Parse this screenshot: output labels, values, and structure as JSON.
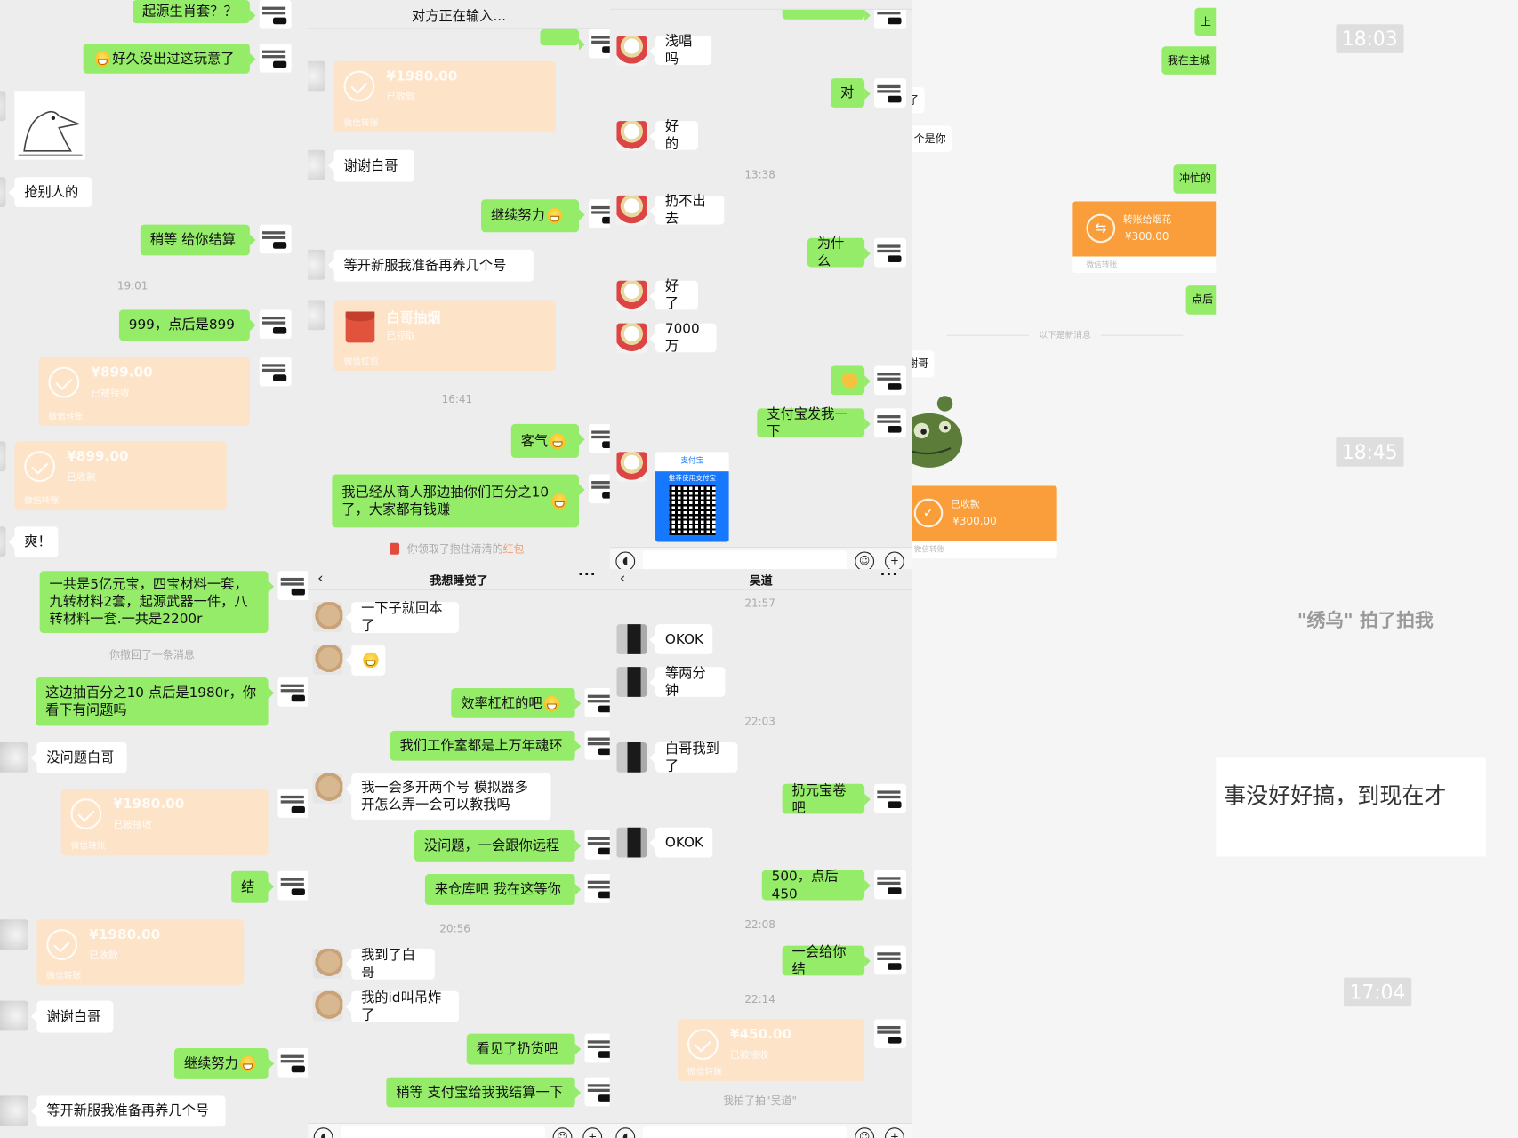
{
  "colors": {
    "outgoing_bubble": "#95ec69",
    "incoming_bubble": "#ffffff",
    "chat_bg": "#ededed",
    "transfer_orange": "#fa9d3b",
    "faded_transfer": "#fde3c8"
  },
  "panels": {
    "left": {
      "messages": [
        {
          "type": "text",
          "side": "out",
          "text": "起源生肖套？？"
        },
        {
          "type": "text",
          "side": "out",
          "text": "好久没出过这玩意了",
          "emoji_before": "dizzy"
        },
        {
          "type": "sticker",
          "side": "in",
          "sticker": "duck"
        },
        {
          "type": "text",
          "side": "in",
          "text": "抢别人的"
        },
        {
          "type": "text",
          "side": "out",
          "text": "稍等 给你结算"
        },
        {
          "type": "time",
          "text": "19:01"
        },
        {
          "type": "text",
          "side": "out",
          "text": "999，点后是899"
        },
        {
          "type": "transfer",
          "side": "out",
          "amount": "¥899.00",
          "status": "已被接收",
          "footer": "微信转账"
        },
        {
          "type": "transfer",
          "side": "in",
          "amount": "¥899.00",
          "status": "已收款",
          "footer": "微信转账"
        },
        {
          "type": "text",
          "side": "in",
          "text": "爽！"
        },
        {
          "type": "text",
          "side": "out",
          "text": "一共是5亿元宝，四宝材料一套，九转材料2套，起源武器一件，八转材料一套.一共是2200r"
        },
        {
          "type": "system",
          "text": "你撤回了一条消息"
        },
        {
          "type": "text",
          "side": "out",
          "text": "这边抽百分之10 点后是1980r，你看下有问题吗"
        },
        {
          "type": "text",
          "side": "in",
          "text": "没问题白哥"
        },
        {
          "type": "transfer",
          "side": "out",
          "amount": "¥1980.00",
          "status": "已被接收",
          "footer": "微信转账"
        },
        {
          "type": "text",
          "side": "out",
          "text": "结"
        },
        {
          "type": "transfer",
          "side": "in",
          "amount": "¥1980.00",
          "status": "已收款",
          "footer": "微信转账"
        },
        {
          "type": "text",
          "side": "in",
          "text": "谢谢白哥"
        },
        {
          "type": "text",
          "side": "out",
          "text": "继续努力",
          "emoji": "grin"
        },
        {
          "type": "text",
          "side": "in",
          "text": "等开新服我准备再养几个号"
        }
      ]
    },
    "typing": {
      "header": {
        "title": "对方正在输入..."
      },
      "messages": [
        {
          "type": "stub",
          "side": "out"
        },
        {
          "type": "transfer",
          "side": "in",
          "amount": "¥1980.00",
          "status": "已收款",
          "footer": "微信转账"
        },
        {
          "type": "text",
          "side": "in",
          "text": "谢谢白哥"
        },
        {
          "type": "text",
          "side": "out",
          "text": "继续努力",
          "emoji": "grin"
        },
        {
          "type": "text",
          "side": "in",
          "text": "等开新服我准备再养几个号"
        },
        {
          "type": "redpacket",
          "side": "in",
          "amount": "白哥抽烟",
          "status": "已领取",
          "footer": "微信红包"
        },
        {
          "type": "time",
          "text": "16:41"
        },
        {
          "type": "text",
          "side": "out",
          "text": "客气",
          "emoji": "laugh"
        },
        {
          "type": "text",
          "side": "out",
          "text": "我已经从商人那边抽你们百分之10了，大家都有钱赚",
          "emoji": "grin"
        },
        {
          "type": "system",
          "text": "你领取了抱住清清的",
          "highlight": "红包"
        }
      ]
    },
    "ultra": {
      "messages": [
        {
          "type": "stub",
          "side": "out"
        },
        {
          "type": "text",
          "side": "in",
          "text": "浅唱吗"
        },
        {
          "type": "text",
          "side": "out",
          "text": "对"
        },
        {
          "type": "text",
          "side": "in",
          "text": "好的"
        },
        {
          "type": "time",
          "text": "13:38"
        },
        {
          "type": "text",
          "side": "in",
          "text": "扔不出去"
        },
        {
          "type": "text",
          "side": "out",
          "text": "为什么"
        },
        {
          "type": "text",
          "side": "in",
          "text": "好了"
        },
        {
          "type": "text",
          "side": "in",
          "text": "7000万"
        },
        {
          "type": "text",
          "side": "out",
          "text": "",
          "emoji": "ok"
        },
        {
          "type": "text",
          "side": "out",
          "text": "支付宝发我一下"
        },
        {
          "type": "qr",
          "side": "in",
          "brand": "支付宝",
          "banner": "推荐使用支付宝"
        }
      ]
    },
    "sleep": {
      "header": {
        "title": "我想睡觉了"
      },
      "messages": [
        {
          "type": "text",
          "side": "in",
          "text": "一下子就回本了"
        },
        {
          "type": "text",
          "side": "in",
          "text": "",
          "emoji": "grin"
        },
        {
          "type": "text",
          "side": "out",
          "text": "效率杠杠的吧",
          "emoji": "grin"
        },
        {
          "type": "text",
          "side": "out",
          "text": "我们工作室都是上万年魂环"
        },
        {
          "type": "text",
          "side": "in",
          "text": "我一会多开两个号 模拟器多开怎么弄一会可以教我吗"
        },
        {
          "type": "text",
          "side": "out",
          "text": "没问题，一会跟你远程"
        },
        {
          "type": "text",
          "side": "out",
          "text": "来仓库吧 我在这等你"
        },
        {
          "type": "time",
          "text": "20:56"
        },
        {
          "type": "text",
          "side": "in",
          "text": "我到了白哥"
        },
        {
          "type": "text",
          "side": "in",
          "text": "我的id叫吊炸了"
        },
        {
          "type": "text",
          "side": "out",
          "text": "看见了扔货吧"
        },
        {
          "type": "text",
          "side": "out",
          "text": "稍等 支付宝给我我结算一下"
        }
      ]
    },
    "wudao": {
      "header": {
        "title": "吴道"
      },
      "messages": [
        {
          "type": "time",
          "text": "21:57"
        },
        {
          "type": "text",
          "side": "in",
          "text": "OKOK"
        },
        {
          "type": "text",
          "side": "in",
          "text": "等两分钟"
        },
        {
          "type": "time",
          "text": "22:03"
        },
        {
          "type": "text",
          "side": "in",
          "text": "白哥我到了"
        },
        {
          "type": "text",
          "side": "out",
          "text": "扔元宝卷吧"
        },
        {
          "type": "text",
          "side": "in",
          "text": "OKOK"
        },
        {
          "type": "text",
          "side": "out",
          "text": "500，点后450"
        },
        {
          "type": "time",
          "text": "22:08"
        },
        {
          "type": "text",
          "side": "out",
          "text": "一会给你结"
        },
        {
          "type": "time",
          "text": "22:14"
        },
        {
          "type": "transfer",
          "side": "out",
          "amount": "¥450.00",
          "status": "已被接收",
          "footer": "微信转账"
        },
        {
          "type": "system",
          "text": "我拍了拍\"吴道\""
        }
      ]
    },
    "pc": {
      "messages": [
        {
          "type": "text",
          "side": "out",
          "text": "上"
        },
        {
          "type": "text",
          "side": "out",
          "text": "我在主城"
        },
        {
          "type": "text",
          "side": "in",
          "text": "了"
        },
        {
          "type": "text",
          "side": "in",
          "text": "个是你"
        },
        {
          "type": "text",
          "side": "out",
          "text": "冲忙的"
        },
        {
          "type": "orange",
          "side": "out",
          "title": "转账给烟花",
          "amount": "¥300.00",
          "footer": "微信转账",
          "icon": "⇆"
        },
        {
          "type": "text",
          "side": "out",
          "text": "点后"
        },
        {
          "type": "divider",
          "text": "以下是新消息"
        },
        {
          "type": "text",
          "side": "in",
          "text": "谢哥"
        },
        {
          "type": "sticker",
          "side": "in",
          "sticker": "frog"
        },
        {
          "type": "orange",
          "side": "in",
          "title": "已收款",
          "amount": "¥300.00",
          "footer": "微信转账",
          "icon": "✓"
        }
      ]
    }
  },
  "pc_right": {
    "times": [
      "18:03",
      "18:45"
    ]
  },
  "pc_bottom": {
    "pat": "\"绣乌\" 拍了拍我",
    "bubble": "事没好好搞，到现在才",
    "time": "17:04"
  }
}
